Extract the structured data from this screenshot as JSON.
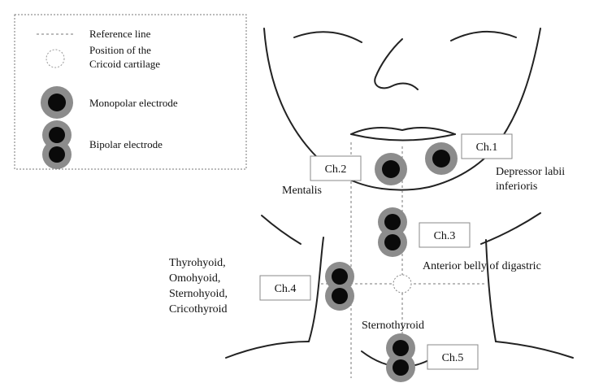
{
  "legend": {
    "reference_line": "Reference line",
    "cricoid_line1": "Position of the",
    "cricoid_line2": "Cricoid cartilage",
    "monopolar": "Monopolar electrode",
    "bipolar": "Bipolar electrode"
  },
  "channels": {
    "ch1": "Ch.1",
    "ch2": "Ch.2",
    "ch3": "Ch.3",
    "ch4": "Ch.4",
    "ch5": "Ch.5"
  },
  "muscles": {
    "depressor_line1": "Depressor labii",
    "depressor_line2": "inferioris",
    "mentalis": "Mentalis",
    "anterior_belly": "Anterior belly of digastric",
    "thyrohyoid": "Thyrohyoid,",
    "omohyoid": "Omohyoid,",
    "sternohyoid": "Sternohyoid,",
    "cricothyroid": "Cricothyroid",
    "sternothyroid": "Sternothyroid"
  },
  "colors": {
    "electrode_outer": "#8c8c8c",
    "electrode_inner": "#0a0a0a",
    "line": "#222222"
  }
}
